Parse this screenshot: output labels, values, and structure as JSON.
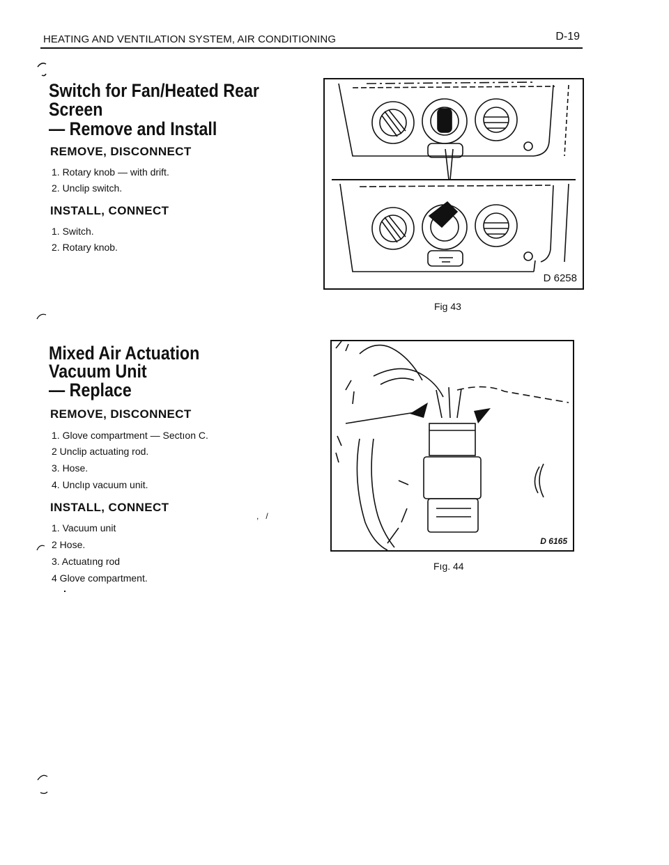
{
  "header": {
    "title": "HEATING AND VENTILATION SYSTEM, AIR CONDITIONING",
    "page_number": "D-19"
  },
  "section1": {
    "heading_lines": [
      "Switch for Fan/Heated Rear",
      "Screen",
      "— Remove and Install"
    ],
    "remove_title": "REMOVE, DISCONNECT",
    "remove_steps": [
      "1. Rotary knob — with drift.",
      "2. Unclip switch."
    ],
    "install_title": "INSTALL, CONNECT",
    "install_steps": [
      "1. Switch.",
      "2. Rotary knob."
    ]
  },
  "section2": {
    "heading_lines": [
      "Mixed Air Actuation",
      "Vacuum Unit",
      "— Replace"
    ],
    "remove_title": "REMOVE, DISCONNECT",
    "remove_steps": [
      "1. Glove compartment — Sectıon C.",
      "2 Unclip actuating rod.",
      "3. Hose.",
      "4. Unclıp vacuum unit."
    ],
    "install_title": "INSTALL, CONNECT",
    "install_steps": [
      "1. Vacuum unit",
      "2 Hose.",
      "3. Actuatıng rod",
      "4 Glove compartment."
    ]
  },
  "figures": {
    "fig43": {
      "caption": "Fig 43",
      "code": "D 6258"
    },
    "fig44": {
      "caption": "Fıg. 44",
      "code": "D 6165"
    }
  }
}
